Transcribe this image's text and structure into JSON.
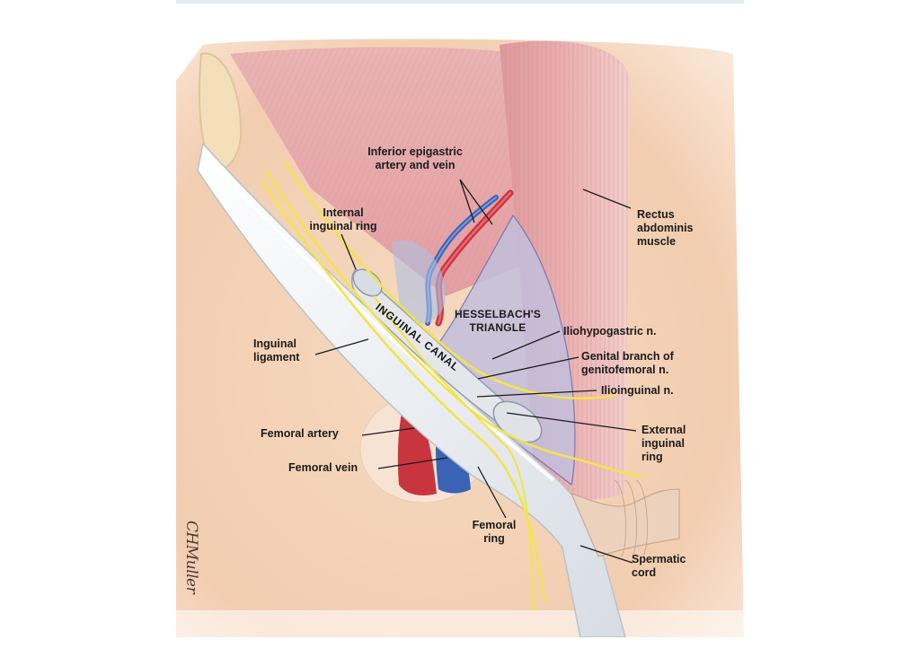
{
  "labels": {
    "inferior_epigastric": "Inferior epigastric\nartery and vein",
    "rectus": "Rectus\nabdominis\nmuscle",
    "internal_ring": "Internal\ninguinal ring",
    "hesselbach": "HESSELBACH'S\nTRIANGLE",
    "iliohypogastric": "Iliohypogastric n.",
    "inguinal_ligament": "Inguinal\nligament",
    "genital_branch": "Genital branch of\ngenitofemoral n.",
    "ilioinguinal": "Ilioinguinal n.",
    "inguinal_canal": "INGUINAL CANAL",
    "external_ring": "External\ninguinal\nring",
    "femoral_artery": "Femoral artery",
    "femoral_vein": "Femoral vein",
    "femoral_ring": "Femoral\nring",
    "spermatic_cord": "Spermatic\ncord"
  },
  "signature": "CHMuller",
  "colors": {
    "skin": "#f4d2b5",
    "muscle": "#e7a8aa",
    "ligament": "#eef1f4",
    "nerve": "#f2e44a",
    "artery": "#c8353f",
    "vein": "#3b63b5",
    "triangle": "#b9b6d8"
  }
}
